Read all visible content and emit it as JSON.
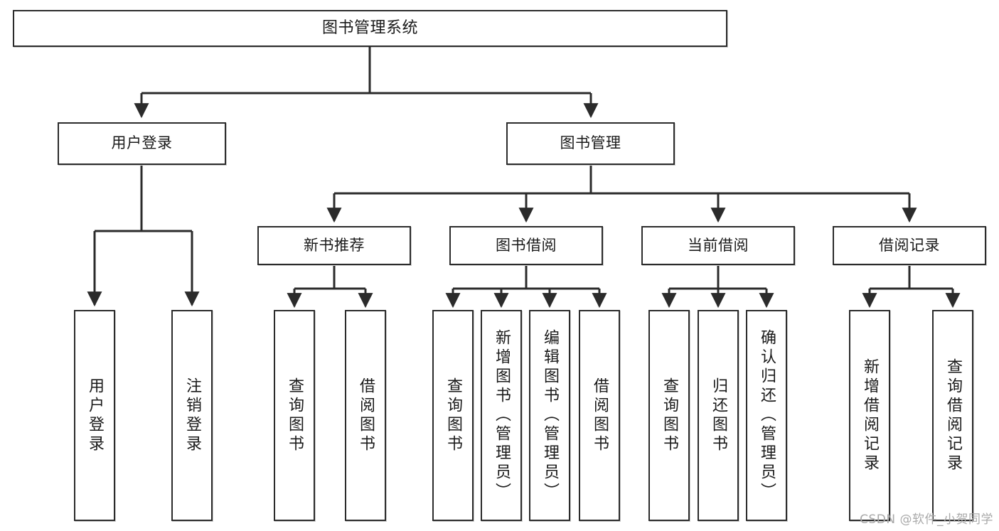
{
  "diagram": {
    "type": "tree-hierarchy",
    "title": "图书管理系统",
    "orientation": "top-down",
    "line_color": "#2b2b2b",
    "box_fill": "#ffffff",
    "text_color": "#1a1a1a"
  },
  "root": {
    "label": "图书管理系统"
  },
  "level2": [
    {
      "label": "用户登录"
    },
    {
      "label": "图书管理"
    }
  ],
  "level3": [
    {
      "label": "新书推荐"
    },
    {
      "label": "图书借阅"
    },
    {
      "label": "当前借阅"
    },
    {
      "label": "借阅记录"
    }
  ],
  "leaves": {
    "user_login": [
      {
        "label": "用户登录"
      },
      {
        "label": "注销登录"
      }
    ],
    "new_book": [
      {
        "label": "查询图书"
      },
      {
        "label": "借阅图书"
      }
    ],
    "borrow_book": [
      {
        "label": "查询图书"
      },
      {
        "label": "新增图书（管理员）"
      },
      {
        "label": "编辑图书（管理员）"
      },
      {
        "label": "借阅图书"
      }
    ],
    "current_borrow": [
      {
        "label": "查询图书"
      },
      {
        "label": "归还图书"
      },
      {
        "label": "确认归还（管理员）"
      }
    ],
    "borrow_record": [
      {
        "label": "新增借阅记录"
      },
      {
        "label": "查询借阅记录"
      }
    ]
  },
  "watermark": {
    "text": "CSDN @软件_小贺同学"
  }
}
